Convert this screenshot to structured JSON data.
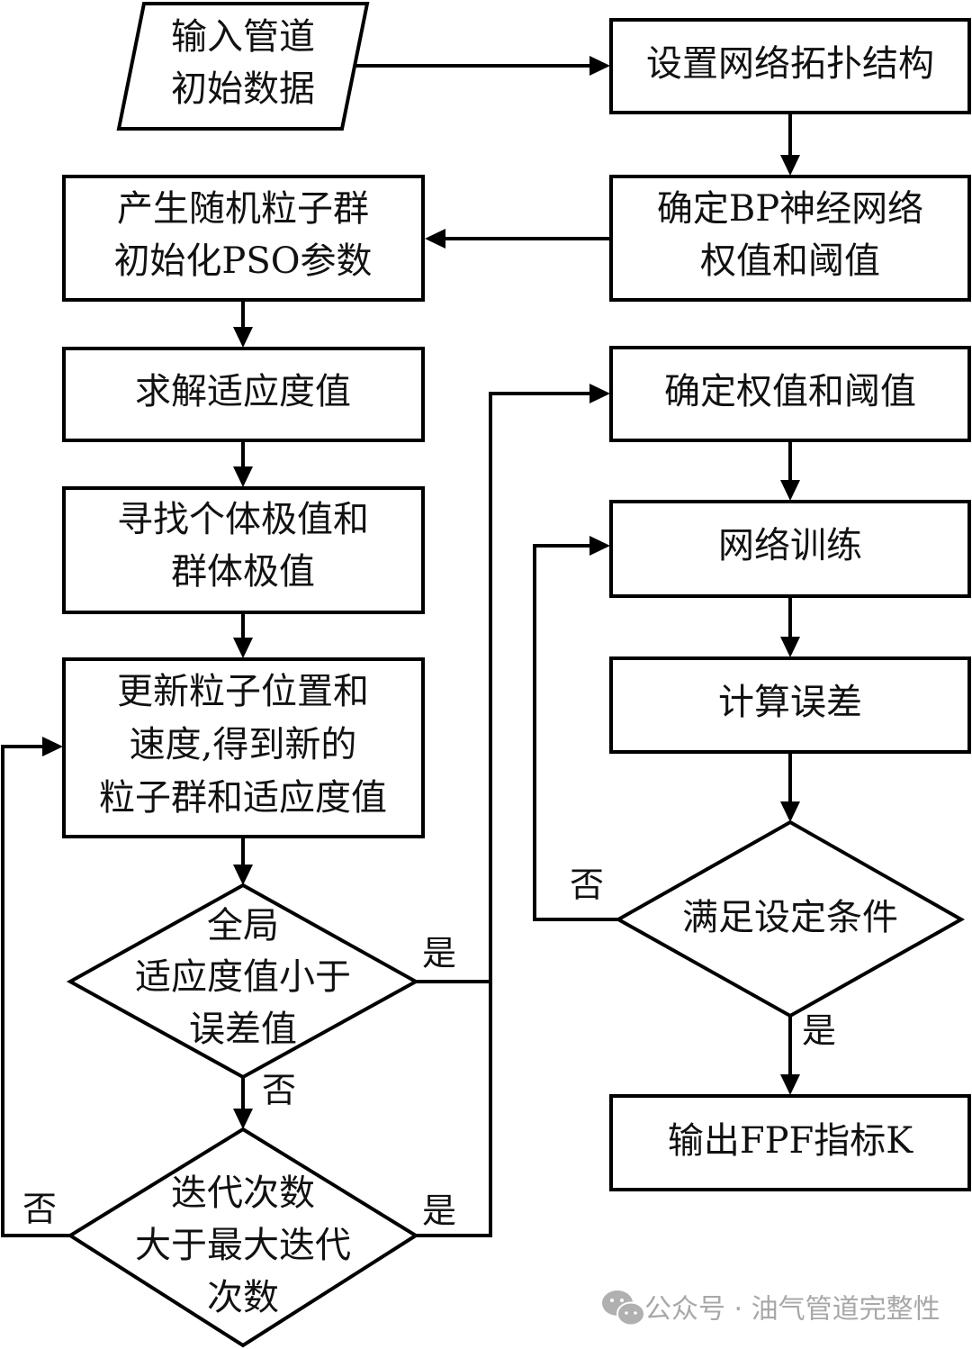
{
  "nodes": {
    "input": {
      "lines": [
        "输入管道",
        "初始数据"
      ]
    },
    "topology": {
      "lines": [
        "设置网络拓扑结构"
      ]
    },
    "bp_weights": {
      "lines": [
        "确定BP神经网络",
        "权值和阈值"
      ]
    },
    "pso_init": {
      "lines": [
        "产生随机粒子群",
        "初始化PSO参数"
      ]
    },
    "fitness": {
      "lines": [
        "求解适应度值"
      ]
    },
    "extremes": {
      "lines": [
        "寻找个体极值和",
        "群体极值"
      ]
    },
    "update": {
      "lines": [
        "更新粒子位置和",
        "速度,得到新的",
        "粒子群和适应度值"
      ]
    },
    "decision_error": {
      "lines": [
        "全局",
        "适应度值小于",
        "误差值"
      ]
    },
    "decision_iter": {
      "lines": [
        "迭代次数",
        "大于最大迭代",
        "次数"
      ]
    },
    "set_weights": {
      "lines": [
        "确定权值和阈值"
      ]
    },
    "train": {
      "lines": [
        "网络训练"
      ]
    },
    "calc_error": {
      "lines": [
        "计算误差"
      ]
    },
    "decision_cond": {
      "lines": [
        "满足设定条件"
      ]
    },
    "output": {
      "lines": [
        "输出FPF指标K"
      ]
    }
  },
  "edge_labels": {
    "error_yes": "是",
    "error_no": "否",
    "iter_yes": "是",
    "iter_no": "否",
    "cond_no": "否",
    "cond_yes": "是"
  },
  "watermark": {
    "icon": "wechat-icon",
    "text": "公众号 · 油气管道完整性"
  }
}
